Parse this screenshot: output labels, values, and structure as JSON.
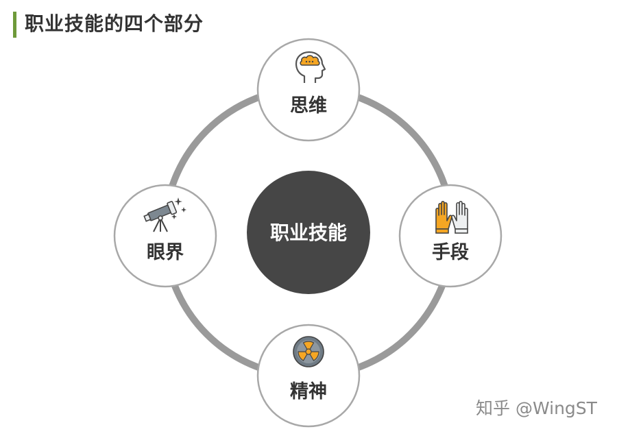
{
  "title": "职业技能的四个部分",
  "center": {
    "label": "职业技能"
  },
  "nodes": {
    "top": {
      "label": "思维",
      "icon": "brain-head-icon"
    },
    "right": {
      "label": "手段",
      "icon": "gloves-icon"
    },
    "bottom": {
      "label": "精神",
      "icon": "radiation-icon"
    },
    "left": {
      "label": "眼界",
      "icon": "telescope-icon"
    }
  },
  "watermark": "知乎 @WingST",
  "colors": {
    "accent_bar": "#6e9a3a",
    "ring": "#9a9a9a",
    "center_fill": "#464646",
    "node_border": "#a8a8a8",
    "icon_orange": "#f5a623",
    "icon_gray": "#6f7b85"
  }
}
